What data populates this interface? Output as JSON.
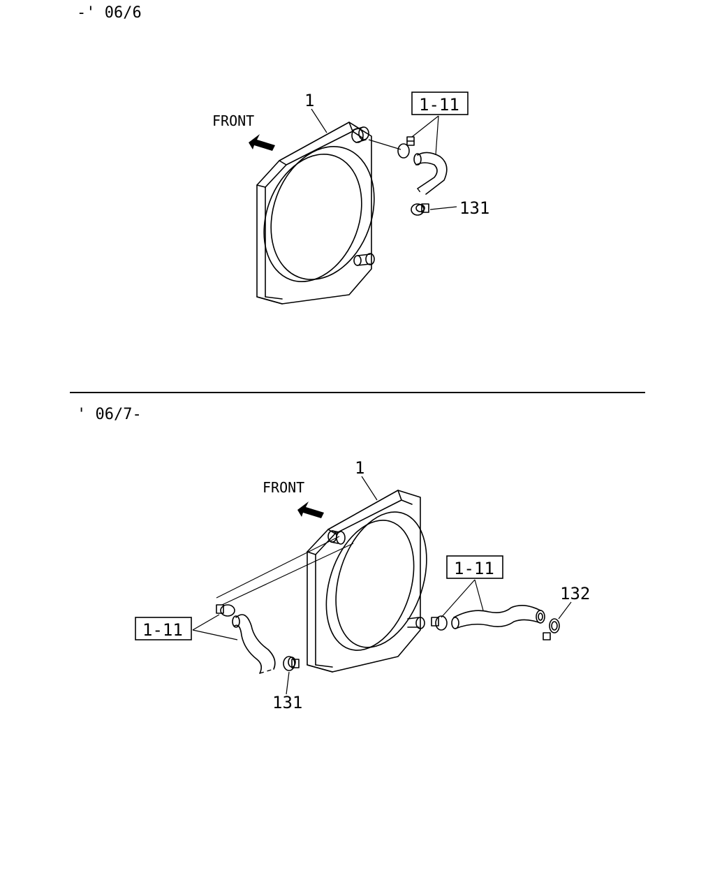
{
  "top": {
    "period": "-' 06/6",
    "front": "FRONT",
    "part_radiator": "1",
    "ref_hose": "1-11",
    "part_clamp": "131"
  },
  "bottom": {
    "period": "' 06/7-",
    "front": "FRONT",
    "part_radiator": "1",
    "ref_hose_left": "1-11",
    "ref_hose_right": "1-11",
    "part_clamp_131": "131",
    "part_clamp_132": "132"
  }
}
